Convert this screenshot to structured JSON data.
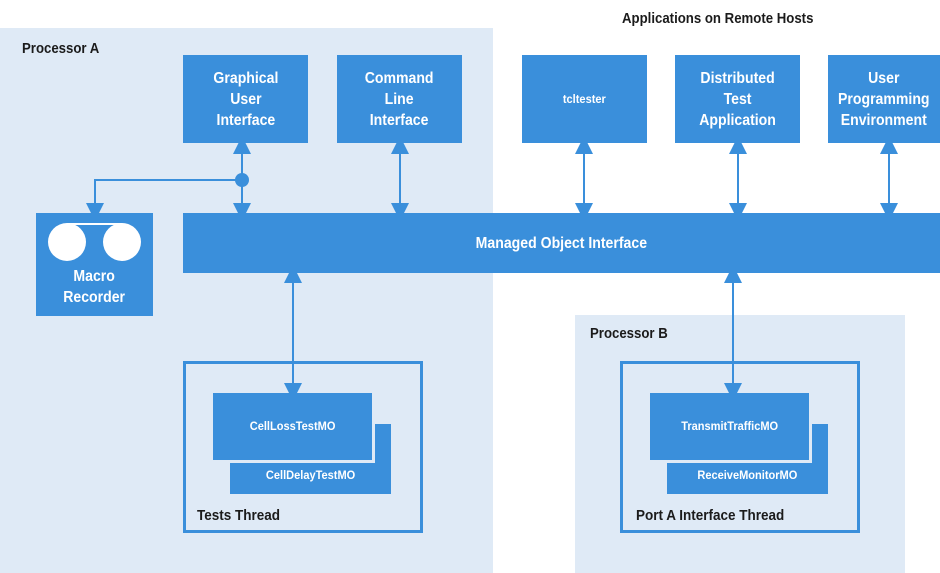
{
  "regions": {
    "processor_a": "Processor A",
    "processor_b": "Processor B",
    "remote_hosts": "Applications on Remote Hosts"
  },
  "boxes": {
    "gui": "Graphical\nUser\nInterface",
    "cli": "Command\nLine\nInterface",
    "tcltester": "tcltester",
    "distributed": "Distributed\nTest\nApplication",
    "user_env": "User\nProgramming\nEnvironment",
    "moi": "Managed Object Interface",
    "macro": "Macro\nRecorder",
    "cell_loss": "CellLossTestMO",
    "cell_delay": "CellDelayTestMO",
    "transmit": "TransmitTrafficMO",
    "receive": "ReceiveMonitorMO"
  },
  "threads": {
    "tests": "Tests Thread",
    "port_a": "Port A Interface Thread"
  },
  "colors": {
    "box": "#3a8fdb",
    "region": "#dfeaf6",
    "connector": "#3a8fdb"
  }
}
